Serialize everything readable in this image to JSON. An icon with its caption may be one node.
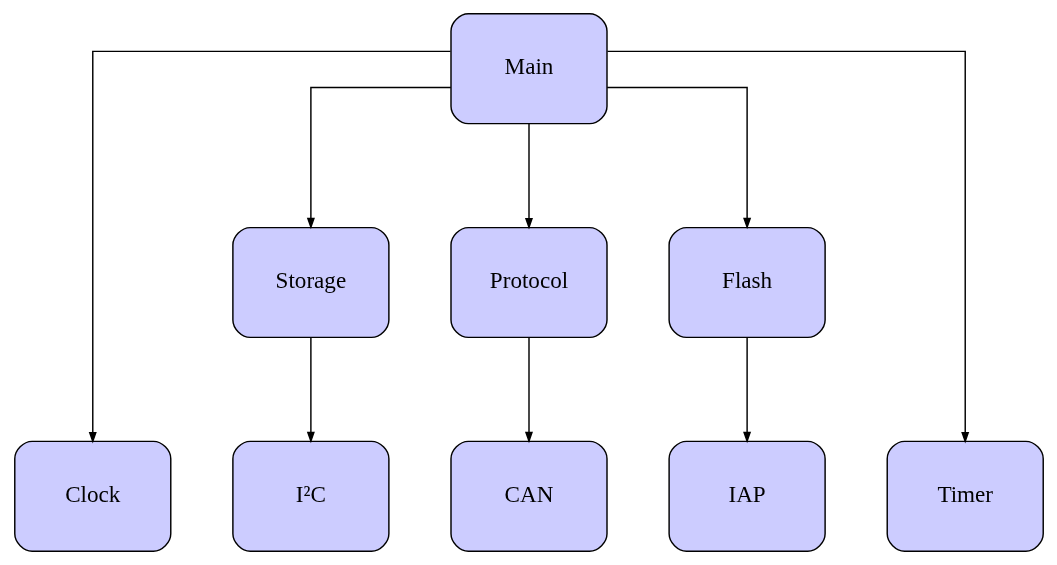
{
  "diagram": {
    "nodes": [
      {
        "text": [
          "Main"
        ]
      },
      {
        "text": [
          "Storage"
        ]
      },
      {
        "text": [
          "Protocol"
        ]
      },
      {
        "text": [
          "Flash"
        ]
      },
      {
        "text": [
          "Clock"
        ]
      },
      {
        "text": [
          "I²C"
        ]
      },
      {
        "text": [
          "CAN"
        ]
      },
      {
        "text": [
          "IAP"
        ]
      },
      {
        "text": [
          "Timer"
        ]
      }
    ],
    "edges": [
      {
        "from": 0,
        "to": 4,
        "arrow": "to"
      },
      {
        "from": 0,
        "to": 1,
        "arrow": "to"
      },
      {
        "from": 0,
        "to": 2,
        "arrow": "to"
      },
      {
        "from": 0,
        "to": 3,
        "arrow": "to"
      },
      {
        "from": 0,
        "to": 8,
        "arrow": "to"
      },
      {
        "from": 1,
        "to": 5,
        "arrow": "to"
      },
      {
        "from": 2,
        "to": 6,
        "arrow": "to"
      },
      {
        "from": 3,
        "to": 7,
        "arrow": "to"
      }
    ]
  }
}
